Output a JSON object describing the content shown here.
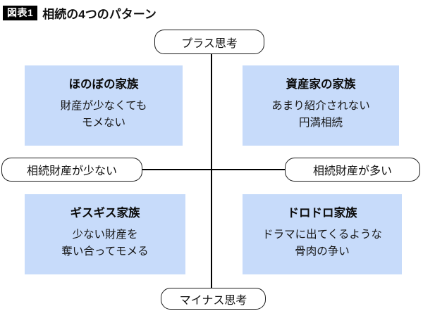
{
  "title": {
    "badge": "図表1",
    "text": "相続の4つのパターン"
  },
  "axes": {
    "top": "プラス思考",
    "bottom": "マイナス思考",
    "left": "相続財産が少ない",
    "right": "相続財産が多い"
  },
  "quadrants": {
    "top_left": {
      "title": "ほのぼの家族",
      "line1": "財産が少なくても",
      "line2": "モメない"
    },
    "top_right": {
      "title": "資産家の家族",
      "line1": "あまり紹介されない",
      "line2": "円満相続"
    },
    "bottom_left": {
      "title": "ギスギス家族",
      "line1": "少ない財産を",
      "line2": "奪い合ってモメる"
    },
    "bottom_right": {
      "title": "ドロドロ家族",
      "line1": "ドラマに出てくるような",
      "line2": "骨肉の争い"
    }
  },
  "colors": {
    "box_bg": "#c7dbfa",
    "line": "#000000",
    "badge_bg": "#000000",
    "badge_fg": "#ffffff"
  }
}
